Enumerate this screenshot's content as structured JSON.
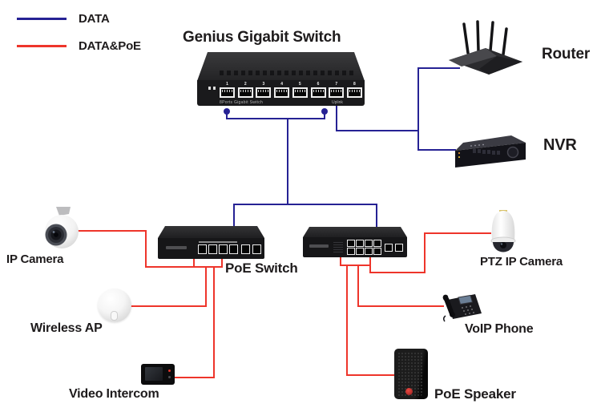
{
  "colors": {
    "data_line": "#262294",
    "poe_line": "#ee352b",
    "label_text": "#1e1b1c"
  },
  "legend": {
    "items": [
      {
        "label": "DATA",
        "type": "data"
      },
      {
        "label": "DATA&PoE",
        "type": "data_poe"
      }
    ]
  },
  "main_switch": {
    "title": "Genius Gigabit Switch",
    "ports": [
      "1",
      "2",
      "3",
      "4",
      "5",
      "6",
      "7",
      "8"
    ],
    "caption": "8Ports Gigabit Switch",
    "uplink_label": "Uplink"
  },
  "devices": {
    "router": {
      "label": "Router"
    },
    "nvr": {
      "label": "NVR"
    },
    "poe_switch": {
      "label": "PoE Switch"
    },
    "ip_camera": {
      "label": "IP Camera"
    },
    "wireless_ap": {
      "label": "Wireless AP"
    },
    "video_intercom": {
      "label": "Video Intercom"
    },
    "ptz_camera": {
      "label": "PTZ IP Camera"
    },
    "voip_phone": {
      "label": "VoIP Phone"
    },
    "poe_speaker": {
      "label": "PoE Speaker"
    }
  }
}
